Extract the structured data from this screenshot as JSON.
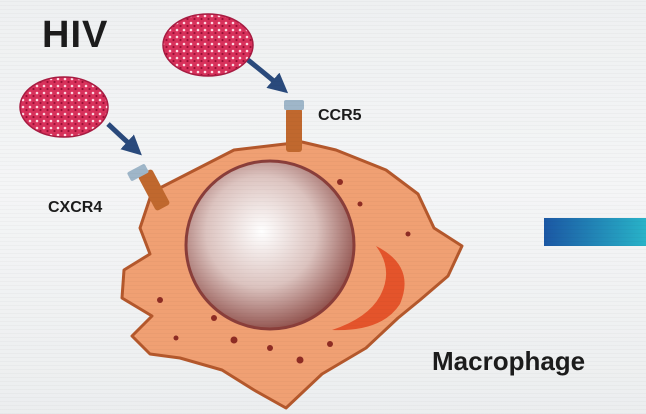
{
  "labels": {
    "hiv": "HIV",
    "ccr5": "CCR5",
    "cxcr4": "CXCR4",
    "macrophage": "Macrophage"
  },
  "colors": {
    "virus": "#d8315b",
    "cell_body": "#f0a073",
    "cell_outline": "#b4582c",
    "nucleus": "#c9a29d",
    "receptor": "#c0682e",
    "arrow": "#2a4a7c",
    "bar": "#1f5ea8"
  }
}
